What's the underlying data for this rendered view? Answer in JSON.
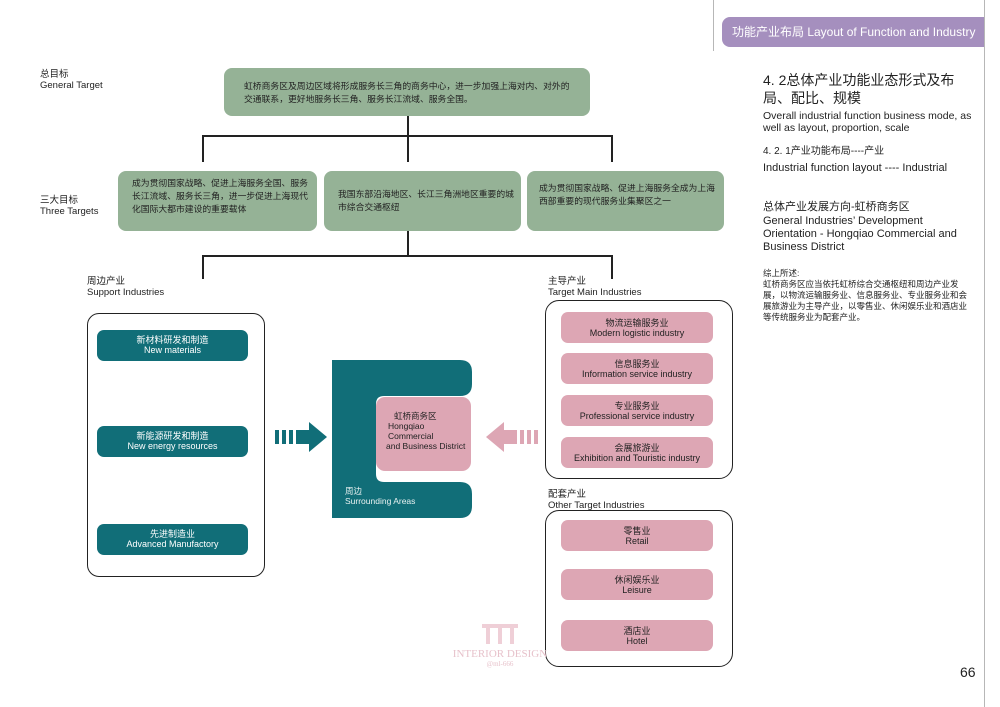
{
  "header": {
    "title": "功能产业布局 Layout of Function and Industry"
  },
  "page_number": "66",
  "general_target": {
    "label_cn": "总目标",
    "label_en": "General Target",
    "text": "虹桥商务区及周边区域将形成服务长三角的商务中心，进一步加强上海对内、对外的交通联系，更好地服务长三角、服务长江流域、服务全国。"
  },
  "three_targets": {
    "label_cn": "三大目标",
    "label_en": "Three Targets",
    "items": [
      "成为贯彻国家战略、促进上海服务全国、服务长江流域、服务长三角，进一步促进上海现代化国际大都市建设的重要载体",
      "我国东部沿海地区、长江三角洲地区重要的城市综合交通枢纽",
      "成为贯彻国家战略、促进上海服务全成为上海西部重要的现代服务业集聚区之一"
    ]
  },
  "support": {
    "label_cn": "周边产业",
    "label_en": "Support Industries",
    "items": [
      {
        "cn": "新材料研发和制造",
        "en": "New materials"
      },
      {
        "cn": "新能源研发和制造",
        "en": "New energy resources"
      },
      {
        "cn": "先进制造业",
        "en": "Advanced Manufactory"
      }
    ]
  },
  "center": {
    "core_cn": "虹桥商务区",
    "core_en1": "Hongqiao Commercial",
    "core_en2": "and Business District",
    "surround_cn": "周边",
    "surround_en": "Surrounding Areas"
  },
  "main": {
    "label_cn": "主导产业",
    "label_en": "Target  Main Industries",
    "items": [
      {
        "cn": "物流运输服务业",
        "en": "Modern logistic industry"
      },
      {
        "cn": "信息服务业",
        "en": "Information service industry"
      },
      {
        "cn": "专业服务业",
        "en": "Professional service industry"
      },
      {
        "cn": "会展旅游业",
        "en": "Exhibition and Touristic industry"
      }
    ]
  },
  "other": {
    "label_cn": "配套产业",
    "label_en": "Other Target Industries",
    "items": [
      {
        "cn": "零售业",
        "en": "Retail"
      },
      {
        "cn": "休闲娱乐业",
        "en": "Leisure"
      },
      {
        "cn": "酒店业",
        "en": "Hotel"
      }
    ]
  },
  "right_panel": {
    "section_title": "4. 2总体产业功能业态形式及布局、配比、规模",
    "section_en": "Overall industrial function business mode, as well as layout, proportion, scale",
    "sub_title": "4. 2. 1产业功能布局----产业",
    "sub_en": "Industrial function layout ---- Industrial",
    "dir_title": "总体产业发展方向-虹桥商务区",
    "dir_en": "General Industries’ Development Orientation - Hongqiao Commercial and Business District",
    "summary_label": "综上所述:",
    "summary_text": "虹桥商务区应当依托虹桥综合交通枢纽和周边产业发展，以物流运输服务业、信息服务业、专业服务业和会展旅游业为主导产业，以零售业、休闲娱乐业和酒店业等传统服务业为配套产业。"
  },
  "watermark": {
    "line1": "INTERIOR DESIGN",
    "line2": "@ml-666"
  },
  "colors": {
    "green": "#95b296",
    "teal": "#116e78",
    "pink": "#dda6b4",
    "header": "#a58fbe"
  }
}
